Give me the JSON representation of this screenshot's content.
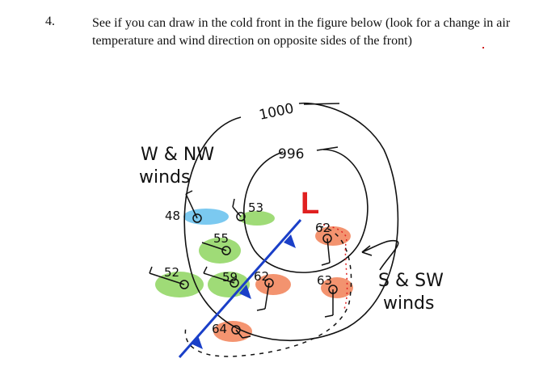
{
  "question": {
    "number": "4.",
    "text": "See if you can draw in the cold front in the figure below (look for a change in air temperature and wind direction on opposite sides of the front)"
  },
  "isobars": [
    {
      "label": "1000"
    },
    {
      "label": "996"
    }
  ],
  "low_pressure": {
    "symbol": "L",
    "color": "#e02020"
  },
  "stations": [
    {
      "temp": "48",
      "shade": "#4fb8ec"
    },
    {
      "temp": "53",
      "shade": "#7fd04a"
    },
    {
      "temp": "55",
      "shade": "#7fd04a"
    },
    {
      "temp": "52",
      "shade": "#7fd04a"
    },
    {
      "temp": "59",
      "shade": "#7fd04a"
    },
    {
      "temp": "62",
      "shade": "#f07040"
    },
    {
      "temp": "62",
      "shade": "#f07040"
    },
    {
      "temp": "63",
      "shade": "#f07040"
    },
    {
      "temp": "64",
      "shade": "#f07040"
    }
  ],
  "annotations": {
    "west_winds_line1": "W & NW",
    "west_winds_line2": "winds",
    "south_winds_line1": "S & SW",
    "south_winds_line2": "winds"
  },
  "colors": {
    "front": "#1a3fc8",
    "warm_shade": "#f07040",
    "cool_shade": "#7fd04a",
    "cold_shade": "#4fb8ec",
    "low": "#e02020"
  }
}
